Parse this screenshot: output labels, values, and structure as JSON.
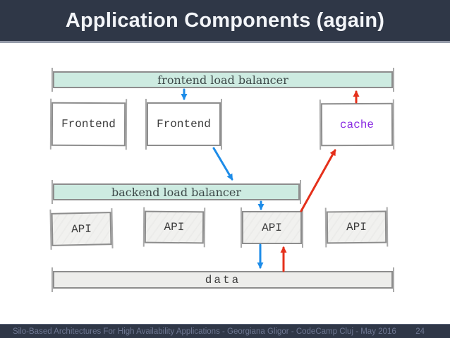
{
  "header": {
    "title": "Application Components (again)"
  },
  "footer": {
    "credits": "Silo-Based Architectures For High Availability Applications - Georgiana Gligor - CodeCamp Cluj - May 2016",
    "page_number": "24"
  },
  "diagram": {
    "nodes": {
      "frontend_lb": {
        "label": "frontend load balancer"
      },
      "frontend_1": {
        "label": "Frontend"
      },
      "frontend_2": {
        "label": "Frontend"
      },
      "cache": {
        "label": "cache"
      },
      "backend_lb": {
        "label": "backend load balancer"
      },
      "api_1": {
        "label": "API"
      },
      "api_2": {
        "label": "API"
      },
      "api_3": {
        "label": "API"
      },
      "api_4": {
        "label": "API"
      },
      "data": {
        "label": "data"
      }
    },
    "colors": {
      "header_bg": "#2f3747",
      "header_rule": "#959ba9",
      "title_text": "#f3f5f9",
      "footer_text": "#6e7792",
      "lb_fill": "#cdebe1",
      "api_fill": "#f1f1ef",
      "data_fill": "#ededeb",
      "box_border": "#8d8d8d",
      "box_text": "#3b3b3b",
      "lb_text": "#3d4949",
      "cache_text": "#8a2be2",
      "blue_arrow": "#1d8ce8",
      "red_arrow": "#e5301b"
    },
    "arrows": [
      {
        "name": "frontend-lb-to-frontend-2",
        "from": "frontend_lb",
        "to": "frontend_2",
        "color": "blue_arrow",
        "points": [
          261,
          127,
          261,
          140
        ]
      },
      {
        "name": "cache-to-frontend-lb",
        "from": "cache",
        "to": "frontend_lb",
        "color": "red_arrow",
        "points": [
          505,
          145,
          505,
          130
        ]
      },
      {
        "name": "frontend-2-to-backend-lb",
        "from": "frontend_2",
        "to": "backend_lb",
        "color": "blue_arrow",
        "points": [
          303,
          210,
          329,
          254
        ]
      },
      {
        "name": "backend-lb-to-api-3",
        "from": "backend_lb",
        "to": "api_3",
        "color": "blue_arrow",
        "points": [
          370,
          286,
          370,
          296
        ]
      },
      {
        "name": "api-3-to-cache",
        "from": "api_3",
        "to": "cache",
        "color": "red_arrow",
        "points": [
          427,
          299,
          475,
          213
        ]
      },
      {
        "name": "api-3-to-data",
        "from": "api_3",
        "to": "data",
        "color": "blue_arrow",
        "points": [
          369,
          347,
          369,
          379
        ]
      },
      {
        "name": "data-to-api-3",
        "from": "data",
        "to": "api_3",
        "color": "red_arrow",
        "points": [
          402,
          384,
          402,
          351
        ]
      }
    ]
  }
}
